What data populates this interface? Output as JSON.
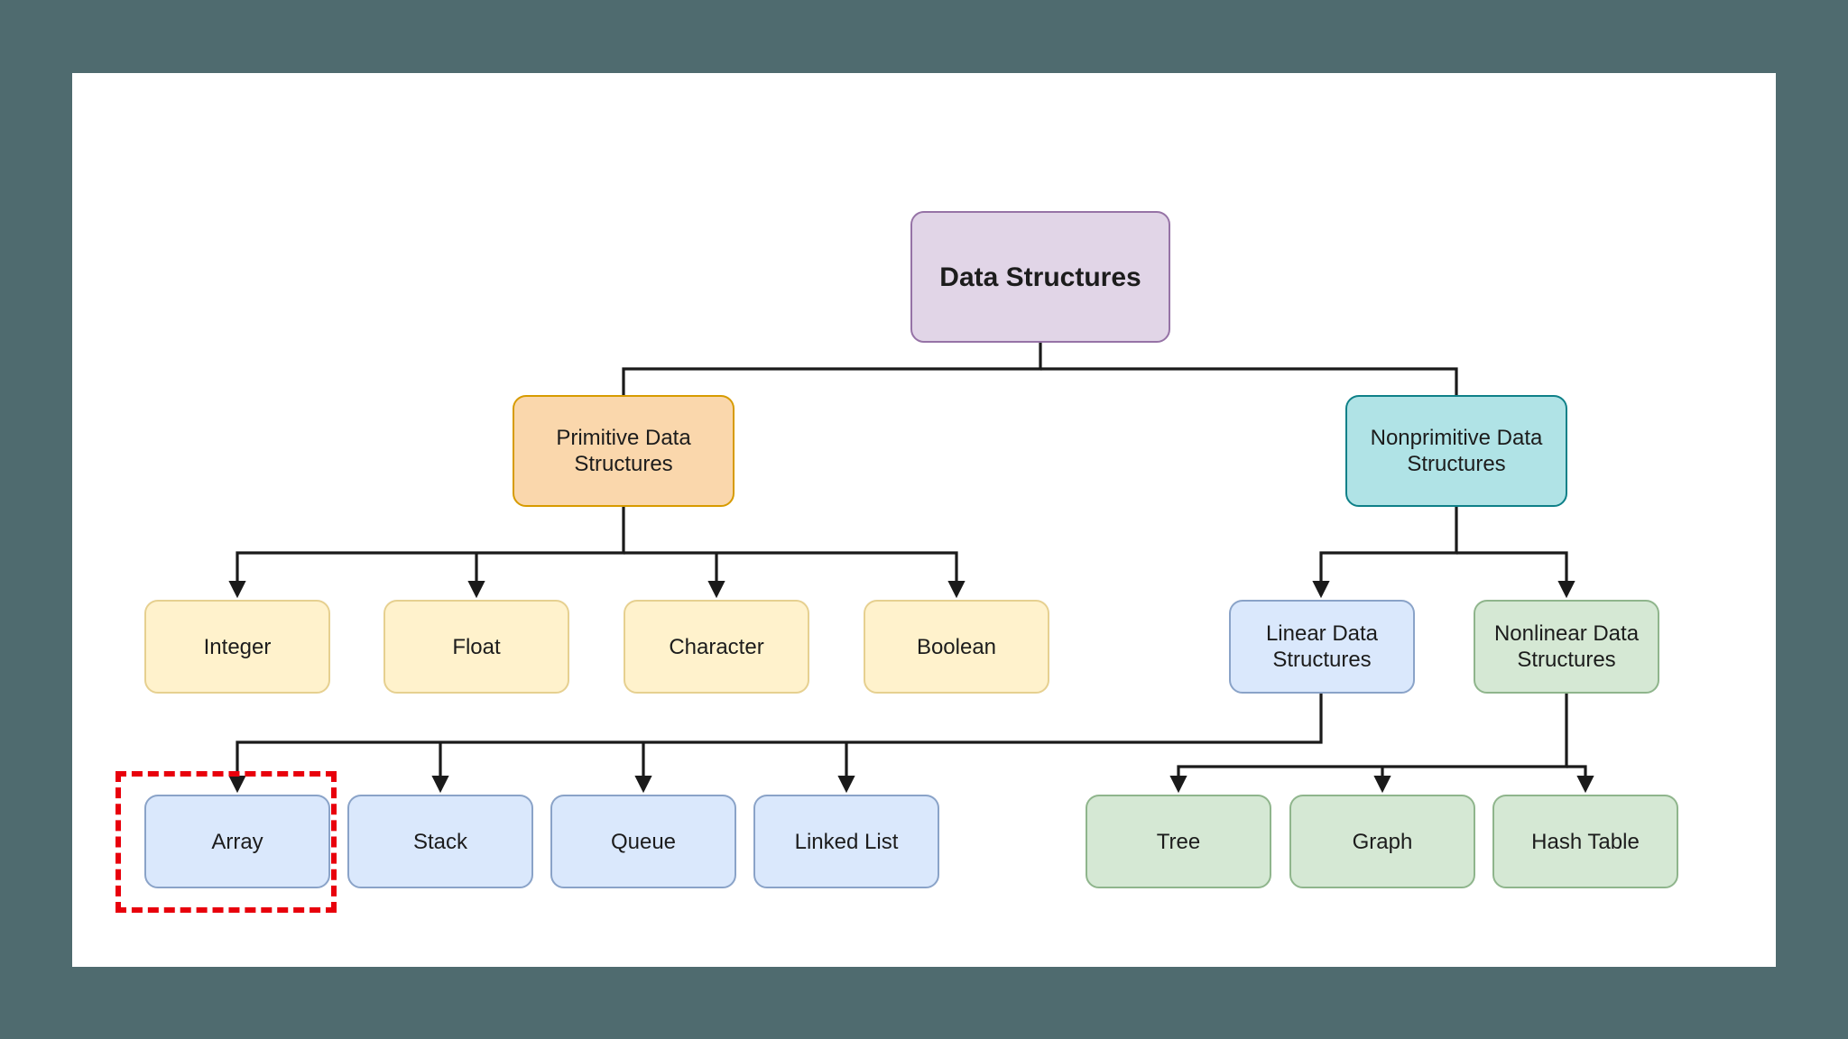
{
  "diagram": {
    "root": {
      "label": "Data Structures"
    },
    "primitive": {
      "label": "Primitive Data Structures",
      "children": [
        "Integer",
        "Float",
        "Character",
        "Boolean"
      ]
    },
    "nonprimitive": {
      "label": "Nonprimitive Data Structures"
    },
    "linear": {
      "label": "Linear Data Structures",
      "children": [
        "Array",
        "Stack",
        "Queue",
        "Linked List"
      ]
    },
    "nonlinear": {
      "label": "Nonlinear Data Structures",
      "children": [
        "Tree",
        "Graph",
        "Hash Table"
      ]
    }
  },
  "highlight": {
    "target": "Array",
    "color": "#e8000c",
    "style": "dashed"
  },
  "colors": {
    "background": "#4f6b6f",
    "root_fill": "#e1d5e7",
    "primitive_fill": "#fad7ac",
    "nonprimitive_fill": "#b0e3e6",
    "primitive_leaf_fill": "#fff2cc",
    "linear_fill": "#dae8fc",
    "nonlinear_fill": "#d5e8d4",
    "connector": "#1a1a1a"
  }
}
